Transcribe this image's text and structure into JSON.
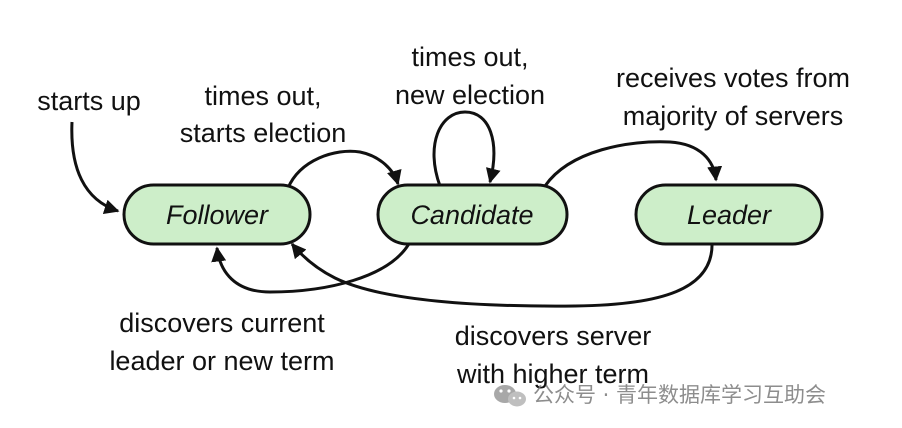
{
  "states": {
    "follower": "Follower",
    "candidate": "Candidate",
    "leader": "Leader"
  },
  "edges": {
    "starts_up": [
      "starts up"
    ],
    "follower_to_candidate": [
      "times out,",
      "starts election"
    ],
    "candidate_self_loop": [
      "times out,",
      "new election"
    ],
    "candidate_to_leader": [
      "receives votes from",
      "majority of servers"
    ],
    "candidate_to_follower": [
      "discovers current",
      "leader or new term"
    ],
    "leader_to_follower": [
      "discovers server",
      "with higher term"
    ]
  },
  "watermark": {
    "text": "公众号 · 青年数据库学习互助会",
    "logo_icon": "wechat-icon"
  },
  "colors": {
    "state_fill": "#cdeec9",
    "stroke": "#111111",
    "text": "#111111",
    "watermark": "#7a7a7a"
  }
}
